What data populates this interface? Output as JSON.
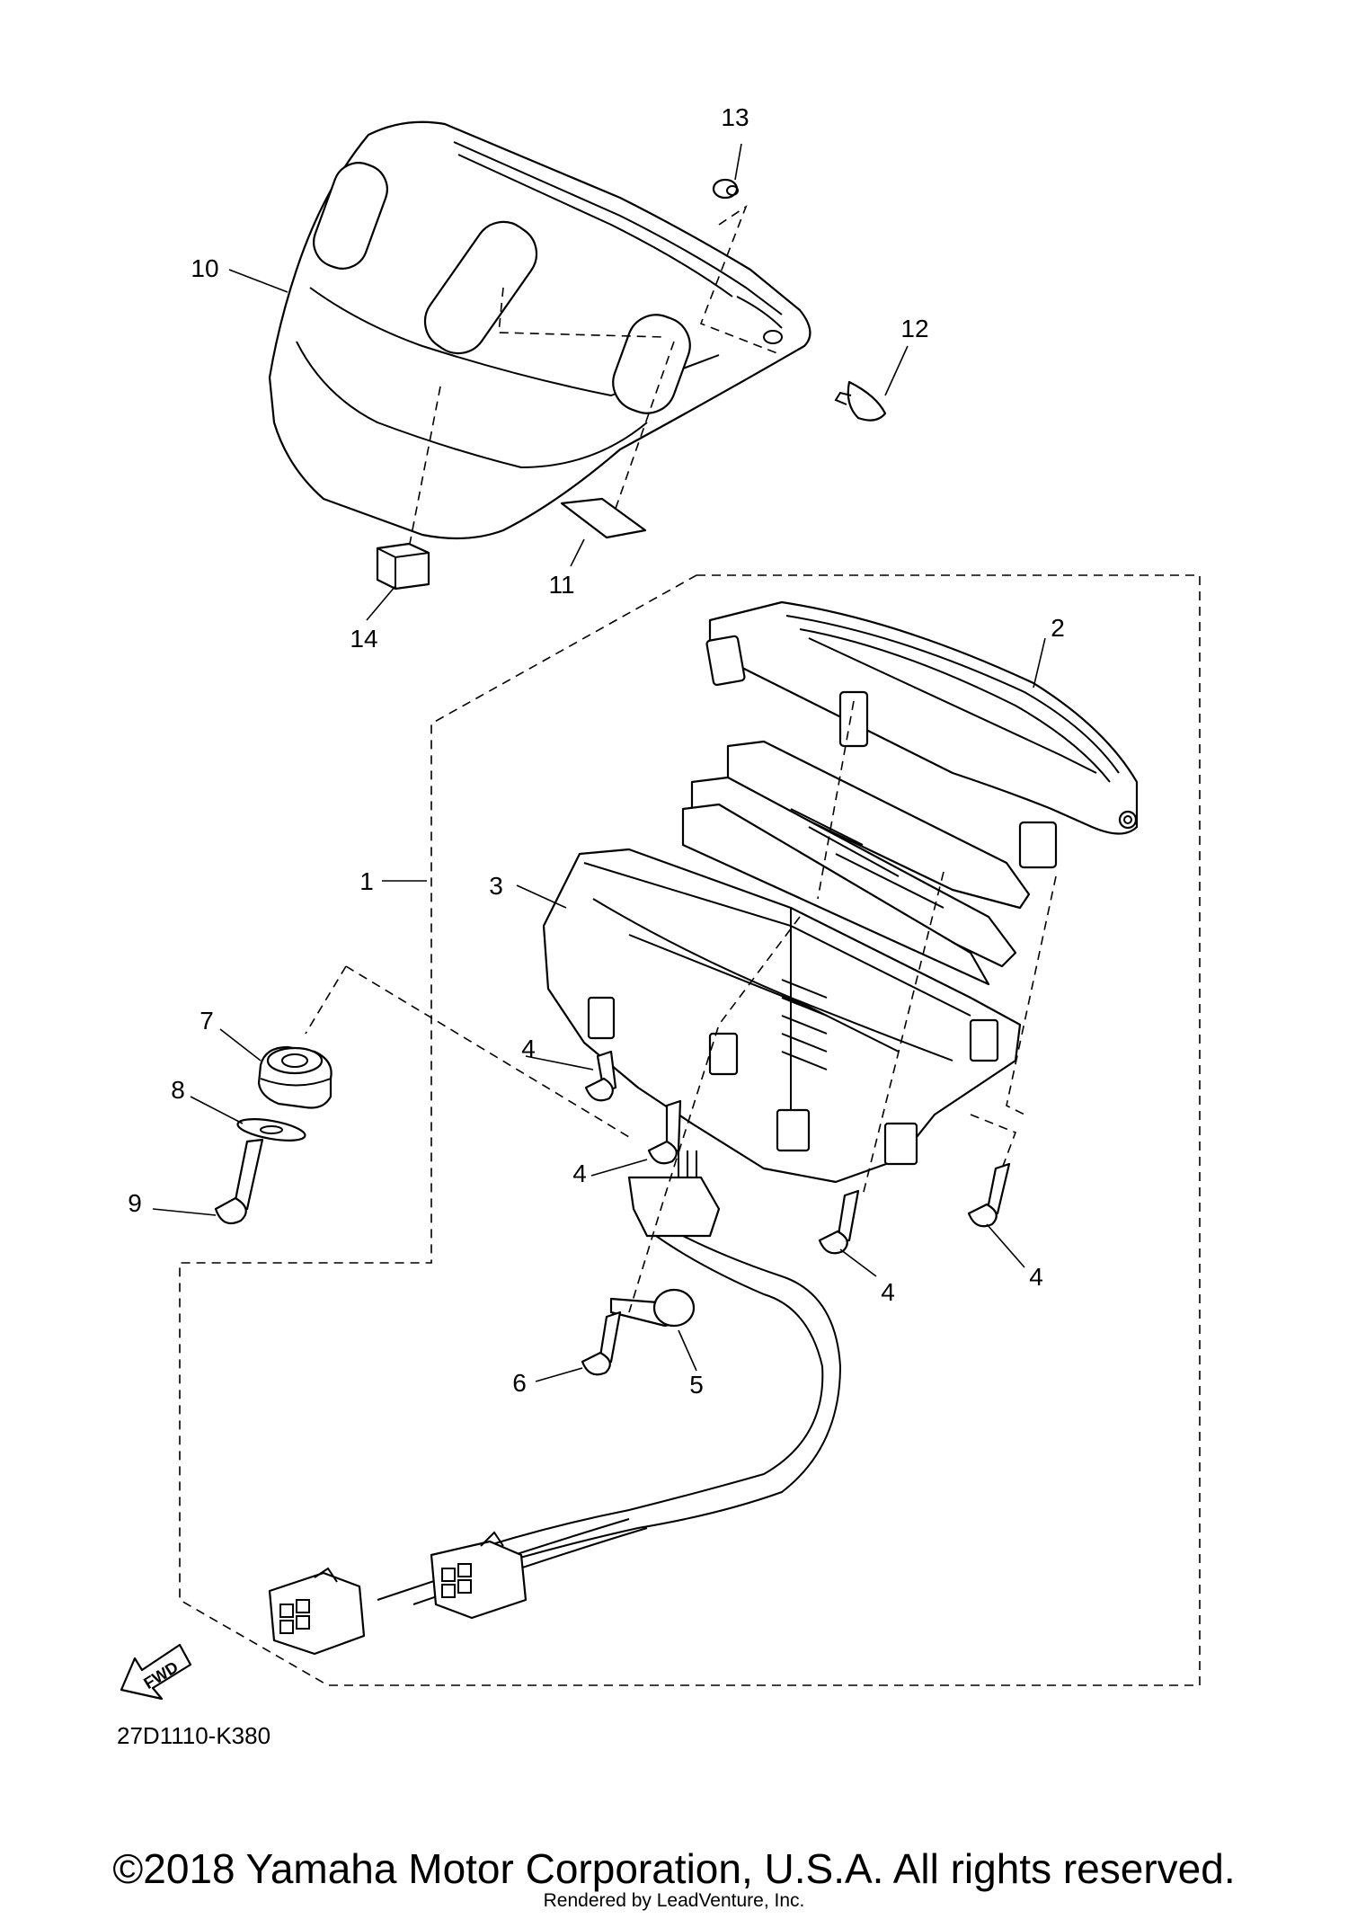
{
  "callouts": {
    "c1": "1",
    "c2": "2",
    "c3": "3",
    "c4a": "4",
    "c4b": "4",
    "c4c": "4",
    "c4d": "4",
    "c5": "5",
    "c6": "6",
    "c7": "7",
    "c8": "8",
    "c9": "9",
    "c10": "10",
    "c11": "11",
    "c12": "12",
    "c13": "13",
    "c14": "14"
  },
  "fwd_label": "FWD",
  "diagram_code": "27D1110-K380",
  "copyright": "©2018 Yamaha Motor Corporation, U.S.A. All rights reserved.",
  "rendered_by": "Rendered by LeadVenture, Inc."
}
